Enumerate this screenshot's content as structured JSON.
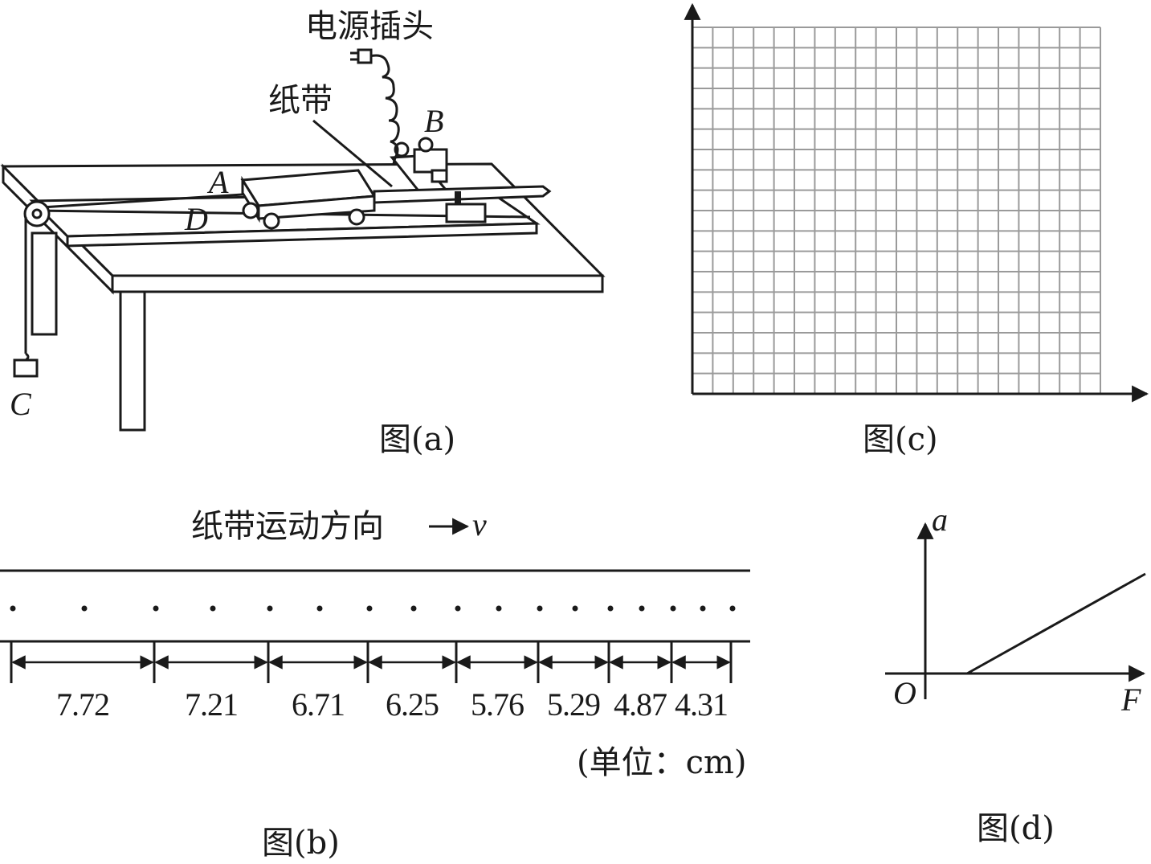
{
  "figure_a": {
    "caption": "图(a)",
    "label_plug": "电源插头",
    "label_tape": "纸带",
    "label_A": "A",
    "label_B": "B",
    "label_C": "C",
    "label_D": "D"
  },
  "figure_b": {
    "caption": "图(b)",
    "direction_text": "纸带运动方向",
    "velocity_symbol": "v",
    "unit": "(单位：cm)",
    "segments": [
      "7.72",
      "7.21",
      "6.71",
      "6.25",
      "5.76",
      "5.29",
      "4.87",
      "4.31"
    ]
  },
  "figure_c": {
    "caption": "图(c)",
    "grid_columns": 20,
    "grid_rows": 18
  },
  "figure_d": {
    "caption": "图(d)",
    "y_axis_label": "a",
    "x_axis_label": "F",
    "origin_label": "O"
  },
  "colors": {
    "ink": "#1a1a1a",
    "grid": "#9a9a9a"
  }
}
